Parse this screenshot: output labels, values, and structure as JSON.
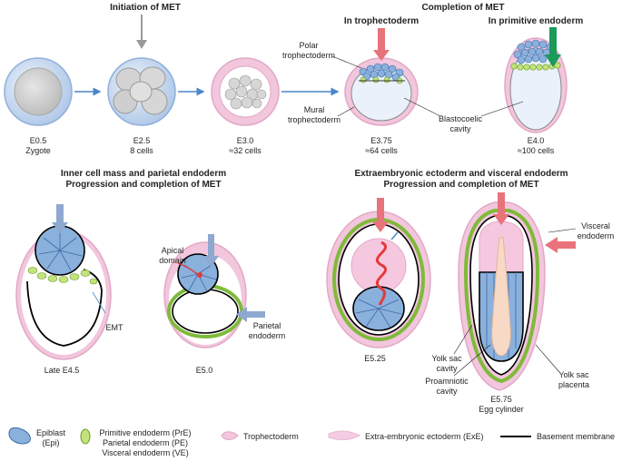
{
  "headers": {
    "initiation": "Initiation of MET",
    "completion": "Completion of MET",
    "in_trophectoderm": "In trophectoderm",
    "in_primitive_endoderm": "In primitive endoderm",
    "icm_line1": "Inner cell mass and parietal endoderm",
    "icm_line2": "Progression and completion of MET",
    "exe_line1": "Extraembryonic ectoderm and visceral endoderm",
    "exe_line2": "Progression and completion of MET"
  },
  "stages": [
    {
      "day": "E0.5",
      "cells": "Zygote"
    },
    {
      "day": "E2.5",
      "cells": "8 cells"
    },
    {
      "day": "E3.0",
      "cells": "≈32 cells"
    },
    {
      "day": "E3.75",
      "cells": "≈64 cells"
    },
    {
      "day": "E4.0",
      "cells": "≈100 cells"
    }
  ],
  "labels": {
    "polar_1": "Polar",
    "polar_2": "trophectoderm",
    "mural_1": "Mural",
    "mural_2": "trophectoderm",
    "blasto_1": "Blastocoelic",
    "blasto_2": "cavity",
    "late_e45": "Late E4.5",
    "emt": "EMT",
    "apical_1": "Apical",
    "apical_2": "domain",
    "e50": "E5.0",
    "parietal_1": "Parietal",
    "parietal_2": "endoderm",
    "e525": "E5.25",
    "visceral_1": "Visceral",
    "visceral_2": "endoderm",
    "yolk_cavity_1": "Yolk sac",
    "yolk_cavity_2": "cavity",
    "proam_1": "Proamniotic",
    "proam_2": "cavity",
    "yolk_placenta_1": "Yolk sac",
    "yolk_placenta_2": "placenta",
    "e575": "E5.75",
    "egg": "Egg cylinder"
  },
  "legend": {
    "epi_1": "Epiblast",
    "epi_2": "(Epi)",
    "pre_1": "Primitive endoderm (PrE)",
    "pre_2": "Parietal endoderm (PE)",
    "pre_3": "Visceral endoderm (VE)",
    "troph": "Trophectoderm",
    "exe": "Extra-embryonic ectoderm (ExE)",
    "bm": "Basement membrane"
  },
  "colors": {
    "epiblast": "#6f95c8",
    "endoderm": "#bfe07a",
    "trophectoderm": "#f2c6dd",
    "basement": "#000000",
    "arrow_red": "#e8737a",
    "arrow_green": "#1b9a5a",
    "arrow_blue": "#8ea8d0",
    "arrow_grey": "#9a9a9a"
  }
}
